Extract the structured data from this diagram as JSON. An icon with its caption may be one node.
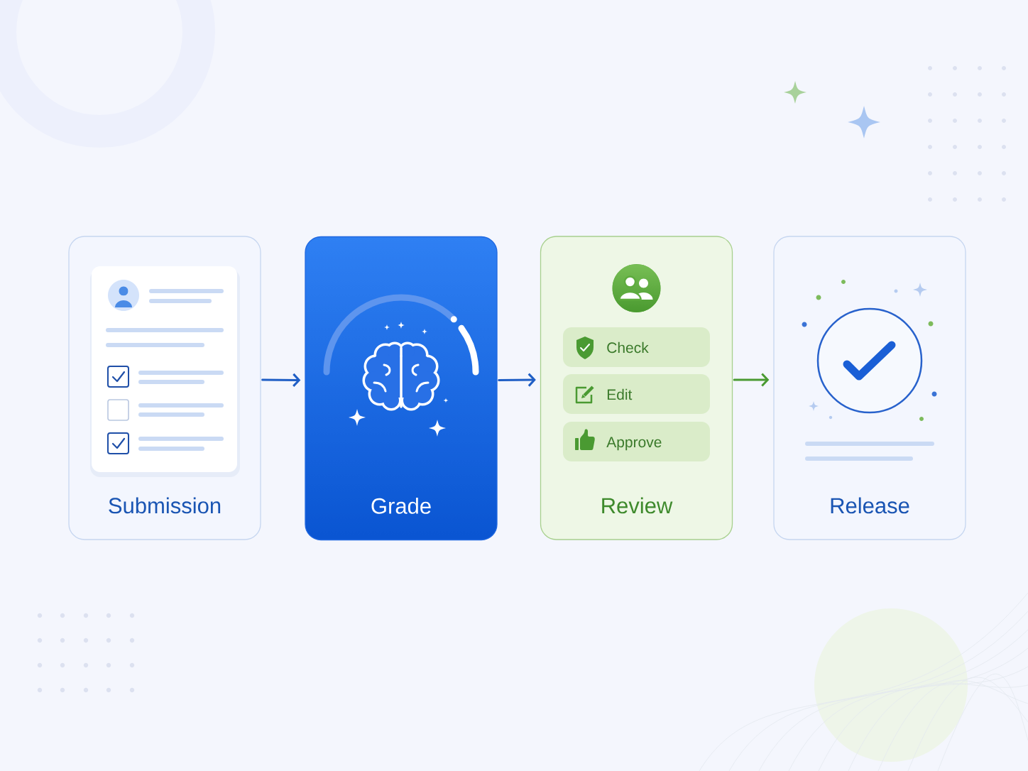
{
  "diagram": {
    "nodes": [
      {
        "text": [
          "Submission"
        ]
      },
      {
        "text": [
          "Grade"
        ]
      },
      {
        "text": [
          "Review"
        ]
      },
      {
        "text": [
          "Check"
        ],
        "in": 2
      },
      {
        "text": [
          "Edit"
        ],
        "in": 2
      },
      {
        "text": [
          "Approve"
        ],
        "in": 2
      },
      {
        "text": [
          "Release"
        ]
      }
    ],
    "edges": [
      {
        "from": 0,
        "to": 1,
        "arrow": "to"
      },
      {
        "from": 1,
        "to": 2,
        "arrow": "to"
      },
      {
        "from": 2,
        "to": 6,
        "arrow": "to",
        "color": "#4a9a32"
      }
    ]
  }
}
